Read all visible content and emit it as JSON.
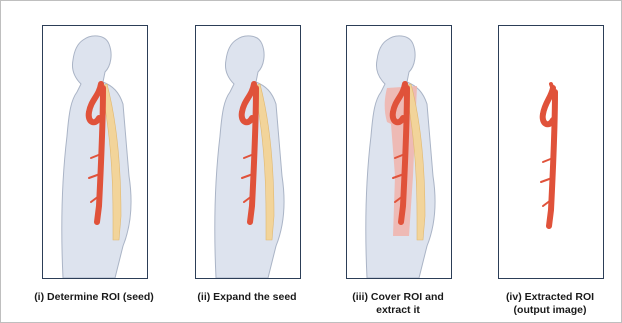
{
  "steps": [
    {
      "caption_line1": "(i) Determine ROI (seed)",
      "caption_line2": "",
      "illustration": "body-with-aorta-and-spine"
    },
    {
      "caption_line1": "(ii) Expand the seed",
      "caption_line2": "",
      "illustration": "body-with-aorta-and-spine"
    },
    {
      "caption_line1": "(iii) Cover ROI and",
      "caption_line2": "extract it",
      "illustration": "body-with-highlighted-roi"
    },
    {
      "caption_line1": "(iv) Extracted ROI",
      "caption_line2": "(output image)",
      "illustration": "extracted-aorta"
    }
  ],
  "colors": {
    "panel_border": "#2c3e57",
    "body_fill": "#dde3ee",
    "body_outline": "#aab4c6",
    "aorta": "#e0523a",
    "spine": "#f2d49a",
    "roi_highlight": "#f1b3aa"
  }
}
